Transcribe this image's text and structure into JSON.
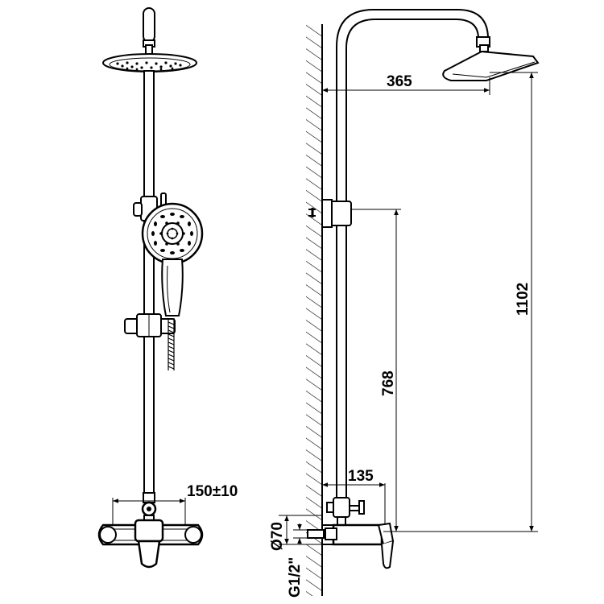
{
  "dimensions": {
    "arm_reach": "365",
    "total_height": "1102",
    "holder_height": "768",
    "mixer_projection": "135",
    "mixer_centers": "150±10",
    "flange_diameter": "Ø70",
    "inlet_thread": "G1/2\""
  },
  "colors": {
    "line": "#000000",
    "background": "#ffffff"
  }
}
